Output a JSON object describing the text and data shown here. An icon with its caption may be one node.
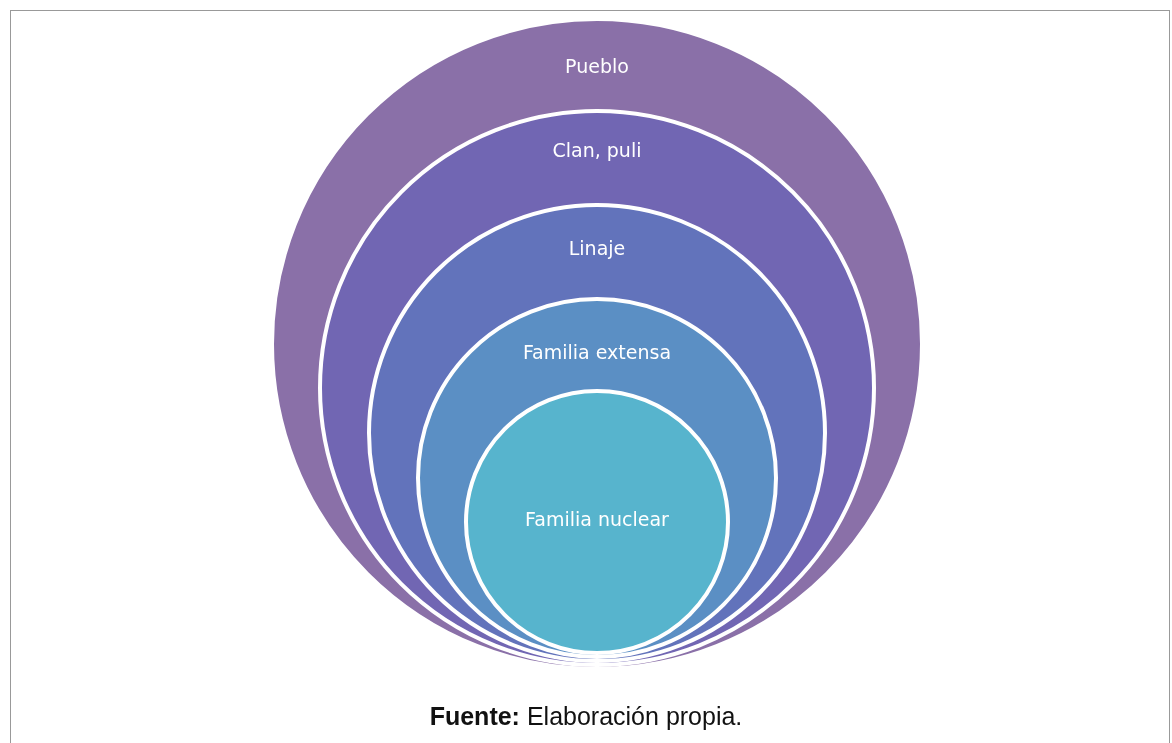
{
  "diagram": {
    "caption": "**Fuente:** Elaboración propia.",
    "nodes": [
      {
        "text": [
          "Pueblo"
        ]
      },
      {
        "text": [
          "Clan, puli"
        ],
        "in": 0
      },
      {
        "text": [
          "Linaje"
        ],
        "in": 1
      },
      {
        "text": [
          "Familia extensa"
        ],
        "in": 2
      },
      {
        "text": [
          "Familia nuclear"
        ],
        "in": 3
      }
    ]
  }
}
